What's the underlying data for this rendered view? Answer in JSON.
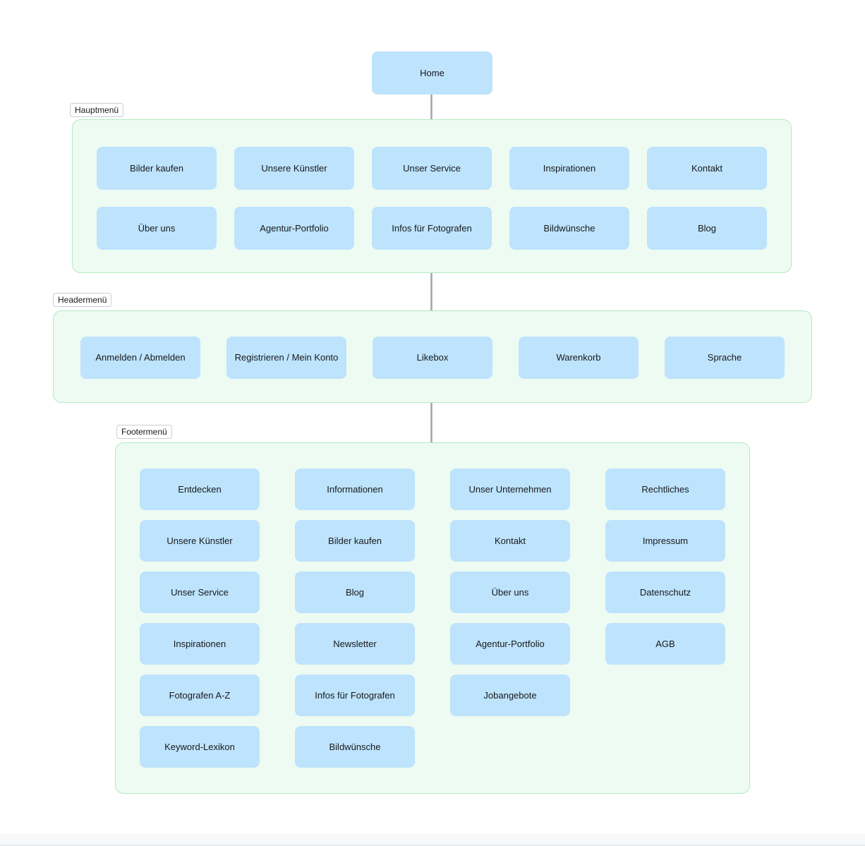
{
  "home": {
    "label": "Home"
  },
  "hauptmenu": {
    "badge": "Hauptmenü",
    "row1": [
      "Bilder kaufen",
      "Unsere Künstler",
      "Unser Service",
      "Inspirationen",
      "Kontakt"
    ],
    "row2": [
      "Über uns",
      "Agentur-Portfolio",
      "Infos für Fotografen",
      "Bildwünsche",
      "Blog"
    ]
  },
  "headermenu": {
    "badge": "Headermenü",
    "items": [
      "Anmelden / Abmelden",
      "Registrieren / Mein Konto",
      "Likebox",
      "Warenkorb",
      "Sprache"
    ]
  },
  "footermenu": {
    "badge": "Footermenü",
    "columns": [
      {
        "header": "Entdecken",
        "items": [
          "Unsere Künstler",
          "Unser Service",
          "Inspirationen",
          "Fotografen A-Z",
          "Keyword-Lexikon"
        ]
      },
      {
        "header": "Informationen",
        "items": [
          "Bilder kaufen",
          "Blog",
          "Newsletter",
          "Infos für Fotografen",
          "Bildwünsche"
        ]
      },
      {
        "header": "Unser Unternehmen",
        "items": [
          "Kontakt",
          "Über uns",
          "Agentur-Portfolio",
          "Jobangebote"
        ]
      },
      {
        "header": "Rechtliches",
        "items": [
          "Impressum",
          "Datenschutz",
          "AGB"
        ]
      }
    ]
  },
  "colors": {
    "node_fill": "#bee3fc",
    "section_fill": "#eefbf2",
    "section_border": "#b2eac4",
    "connector": "#9fa5ac",
    "text": "#16191d",
    "badge_border": "#c9ced6"
  }
}
